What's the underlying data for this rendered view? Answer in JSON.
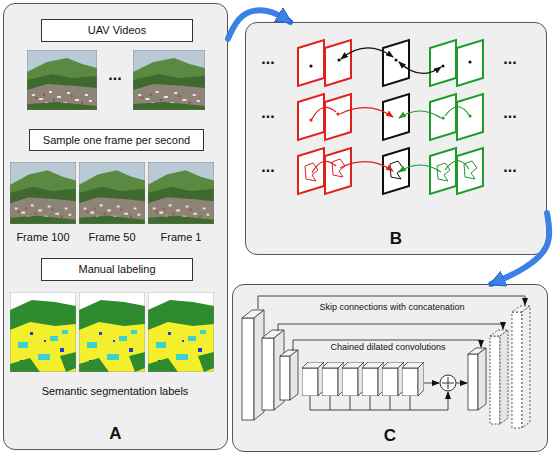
{
  "diagram": {
    "nodes": [
      {
        "text": [
          "A"
        ]
      },
      {
        "text": [
          "UAV Videos"
        ],
        "in": 0
      },
      {
        "text": [
          "Sample one frame per second"
        ],
        "in": 0
      },
      {
        "text": [
          "Manual labeling"
        ],
        "in": 0
      },
      {
        "text": [
          "B"
        ]
      },
      {
        "text": [
          "C"
        ]
      }
    ],
    "edges": [
      {
        "from": 0,
        "to": 4,
        "arrow": "to"
      },
      {
        "from": 4,
        "to": 5,
        "arrow": "to"
      }
    ],
    "labels": [
      "...",
      "Frame 100",
      "Frame 50",
      "Frame 1",
      "Semantic segmentation labels",
      "...",
      "...",
      "...",
      "...",
      "...",
      "...",
      "Skip connections with concatenation",
      "Chained dilated convolutions"
    ]
  }
}
